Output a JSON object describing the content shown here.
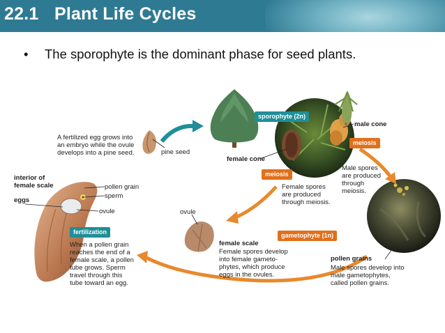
{
  "header": {
    "section_number": "22.1",
    "section_title": "Plant Life Cycles"
  },
  "bullet": "The sporophyte is the dominant phase for seed plants.",
  "diagram": {
    "fertilized_egg_text": [
      "A fertilized egg grows into",
      "an embryo while the ovule",
      "develops into a pine seed."
    ],
    "pine_seed": "pine seed",
    "interior_label": [
      "interior of",
      "female scale"
    ],
    "eggs": "eggs",
    "pollen_grain": "pollen grain",
    "sperm": "sperm",
    "ovule_left": "ovule",
    "fertilization_tag": "fertilization",
    "fertilization_text": [
      "When a pollen grain",
      "reaches the end of a",
      "female scale, a pollen",
      "tube grows. Sperm",
      "travel through this",
      "tube toward an egg."
    ],
    "sporophyte_tag": "sporophyte (2n)",
    "female_cone": "female cone",
    "male_cone": "male cone",
    "meiosis_tag_right": "meiosis",
    "meiosis_tag_center": "meiosis",
    "male_spores_text": [
      "Male spores",
      "are produced",
      "through",
      "meiosis."
    ],
    "female_spores_text": [
      "Female spores",
      "are produced",
      "through meiosis."
    ],
    "ovule_center": "ovule",
    "gametophyte_tag": "gametophyte (1n)",
    "female_scale_title": "female scale",
    "female_scale_text": [
      "Female spores develop",
      "into female gameto-",
      "phytes, which produce",
      "eggs in the ovules."
    ],
    "pollen_grains_title": "pollen grains",
    "pollen_grains_text": [
      "Male spores develop into",
      "male gametophytes,",
      "called pollen grains."
    ]
  },
  "colors": {
    "header": "#2f7a93",
    "teal_arrow": "#1f8f98",
    "orange_arrow": "#e8892c"
  }
}
